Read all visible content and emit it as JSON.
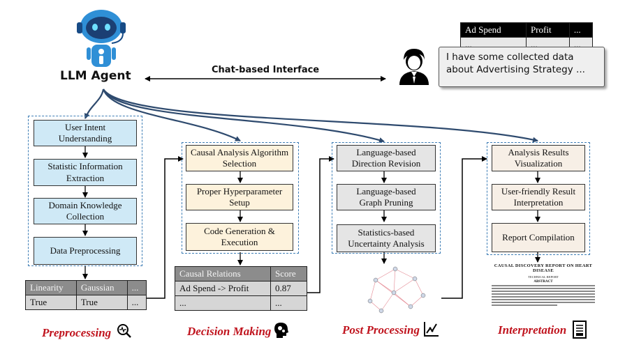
{
  "agent": {
    "label": "LLM Agent",
    "icon": "robot-icon"
  },
  "interface": {
    "label": "Chat-based Interface"
  },
  "user": {
    "icon": "user-icon",
    "message": "I have some collected data about Advertising Strategy ...",
    "message_line1": "I have some collected data",
    "message_line2": "about Advertising Strategy ...",
    "table": {
      "headers": [
        "Ad Spend",
        "Profit",
        "..."
      ],
      "row": [
        "...",
        "...",
        "..."
      ]
    }
  },
  "stages": [
    {
      "label": "Preprocessing",
      "icon": "analysis-magnifier-icon",
      "steps": [
        "User Intent Understanding",
        "Statistic Information Extraction",
        "Domain Knowledge Collection",
        "Data Preprocessing"
      ],
      "table": {
        "headers": [
          "Linearity",
          "Gaussian",
          "..."
        ],
        "row": [
          "True",
          "True",
          "..."
        ]
      }
    },
    {
      "label": "Decision Making",
      "icon": "head-gears-icon",
      "steps": [
        "Causal Analysis Algorithm Selection",
        "Proper Hyperparameter Setup",
        "Code Generation & Execution"
      ],
      "table": {
        "headers": [
          "Causal Relations",
          "Score"
        ],
        "rows": [
          [
            "Ad Spend -> Profit",
            "0.87"
          ],
          [
            "...",
            "..."
          ]
        ]
      }
    },
    {
      "label": "Post Processing",
      "icon": "chart-edit-icon",
      "steps": [
        "Language-based Direction Revision",
        "Language-based Graph Pruning",
        "Statistics-based Uncertainty Analysis"
      ]
    },
    {
      "label": "Interpretation",
      "icon": "report-icon",
      "steps": [
        "Analysis Results Visualization",
        "User-friendly Result Interpretation",
        "Report Compilation"
      ],
      "report": {
        "title": "CAUSAL DISCOVERY REPORT ON HEART DISEASE",
        "subtitle": "TECHNICAL REPORT",
        "abstract": "ABSTRACT"
      }
    }
  ],
  "colors": {
    "stage_label": "#c0141e",
    "group_border": "#3d7db5",
    "blue_box": "#cfe9f6",
    "cream_box": "#fdf2dc",
    "grey_box": "#e5e5e5",
    "tan_box": "#f7efe6"
  }
}
